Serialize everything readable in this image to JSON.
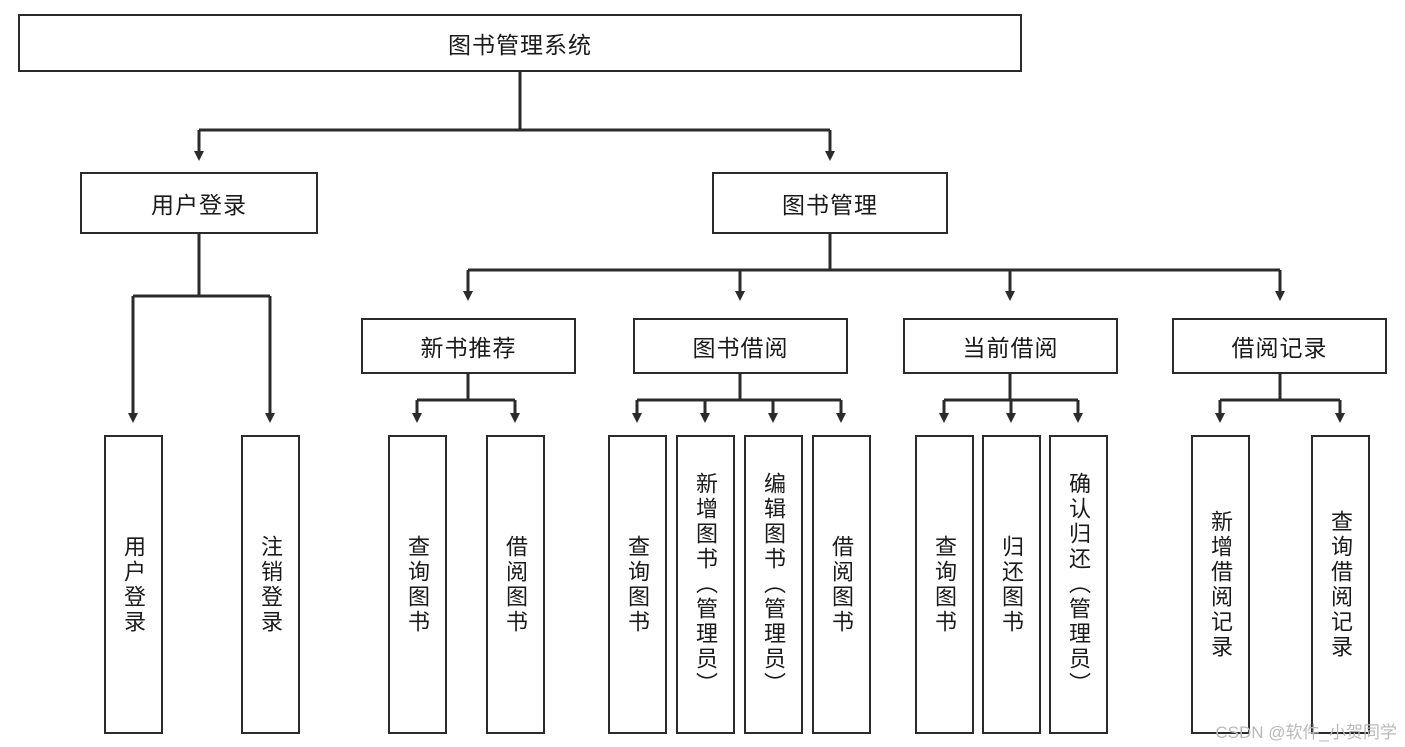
{
  "diagram": {
    "title": "图书管理系统",
    "type": "hierarchy-tree",
    "orientation": "top-down",
    "colors": {
      "box_border": "#2b2b2b",
      "box_fill": "#ffffff",
      "line": "#2b2b2b",
      "text": "#1a1a1a",
      "watermark": "#b9b9b9",
      "background": "#ffffff"
    },
    "root": {
      "label": "图书管理系统"
    },
    "level2": [
      {
        "label": "用户登录"
      },
      {
        "label": "图书管理"
      }
    ],
    "level3": [
      {
        "label": "新书推荐"
      },
      {
        "label": "图书借阅"
      },
      {
        "label": "当前借阅"
      },
      {
        "label": "借阅记录"
      }
    ],
    "leaves": {
      "user_login": [
        {
          "label": "用户登录"
        },
        {
          "label": "注销登录"
        }
      ],
      "new_book_recommend": [
        {
          "label": "查询图书"
        },
        {
          "label": "借阅图书"
        }
      ],
      "book_borrow": [
        {
          "label": "查询图书"
        },
        {
          "label": "新增图书（管理员）"
        },
        {
          "label": "编辑图书（管理员）"
        },
        {
          "label": "借阅图书"
        }
      ],
      "current_borrow": [
        {
          "label": "查询图书"
        },
        {
          "label": "归还图书"
        },
        {
          "label": "确认归还（管理员）"
        }
      ],
      "borrow_record": [
        {
          "label": "新增借阅记录"
        },
        {
          "label": "查询借阅记录"
        }
      ]
    }
  },
  "watermark": {
    "text": "CSDN @软件_小贺同学"
  }
}
